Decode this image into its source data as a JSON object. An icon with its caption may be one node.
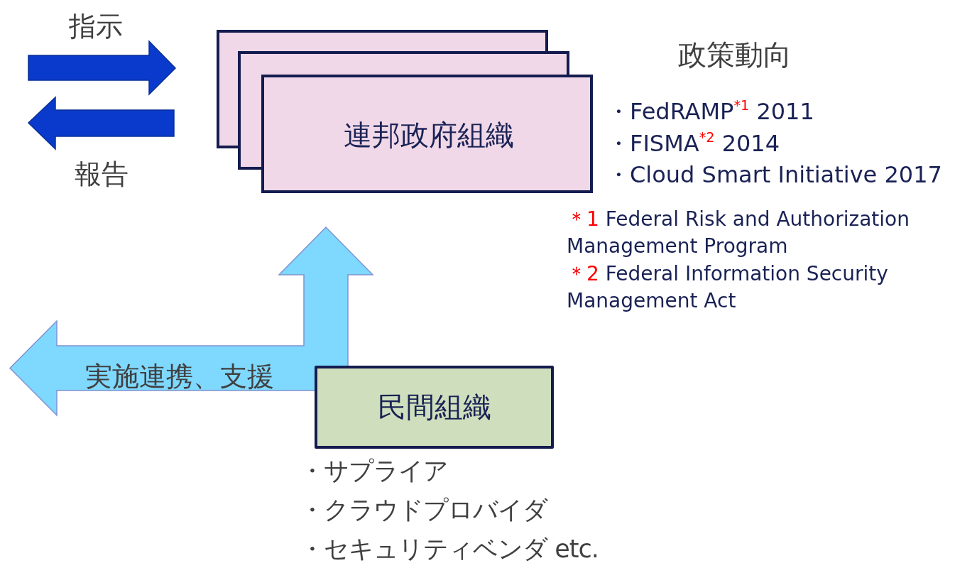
{
  "diagram": {
    "nodes": [
      {
        "text": [
          "連邦政府組織"
        ]
      },
      {
        "text": [
          "民間組織"
        ],
        "beside": [
          "・サプライア",
          "・クラウドプロバイダ",
          "・セキュリティベンダ etc."
        ]
      }
    ],
    "edges": [
      {
        "from": 1,
        "to": 0,
        "arrow": "to"
      },
      {
        "from": 1,
        "to": null,
        "arrow": "to",
        "label": "実施連携、支援"
      }
    ],
    "labels": [
      "指示",
      "報告",
      "政策動向",
      "・FedRAMP$^{*1}$ 2011",
      "・FISMA$^{*2}$ 2014",
      "・Cloud Smart Initiative 2017",
      "＊1 Federal Risk and Authorization Management Program",
      "＊2 Federal Information Security Management Act"
    ]
  }
}
